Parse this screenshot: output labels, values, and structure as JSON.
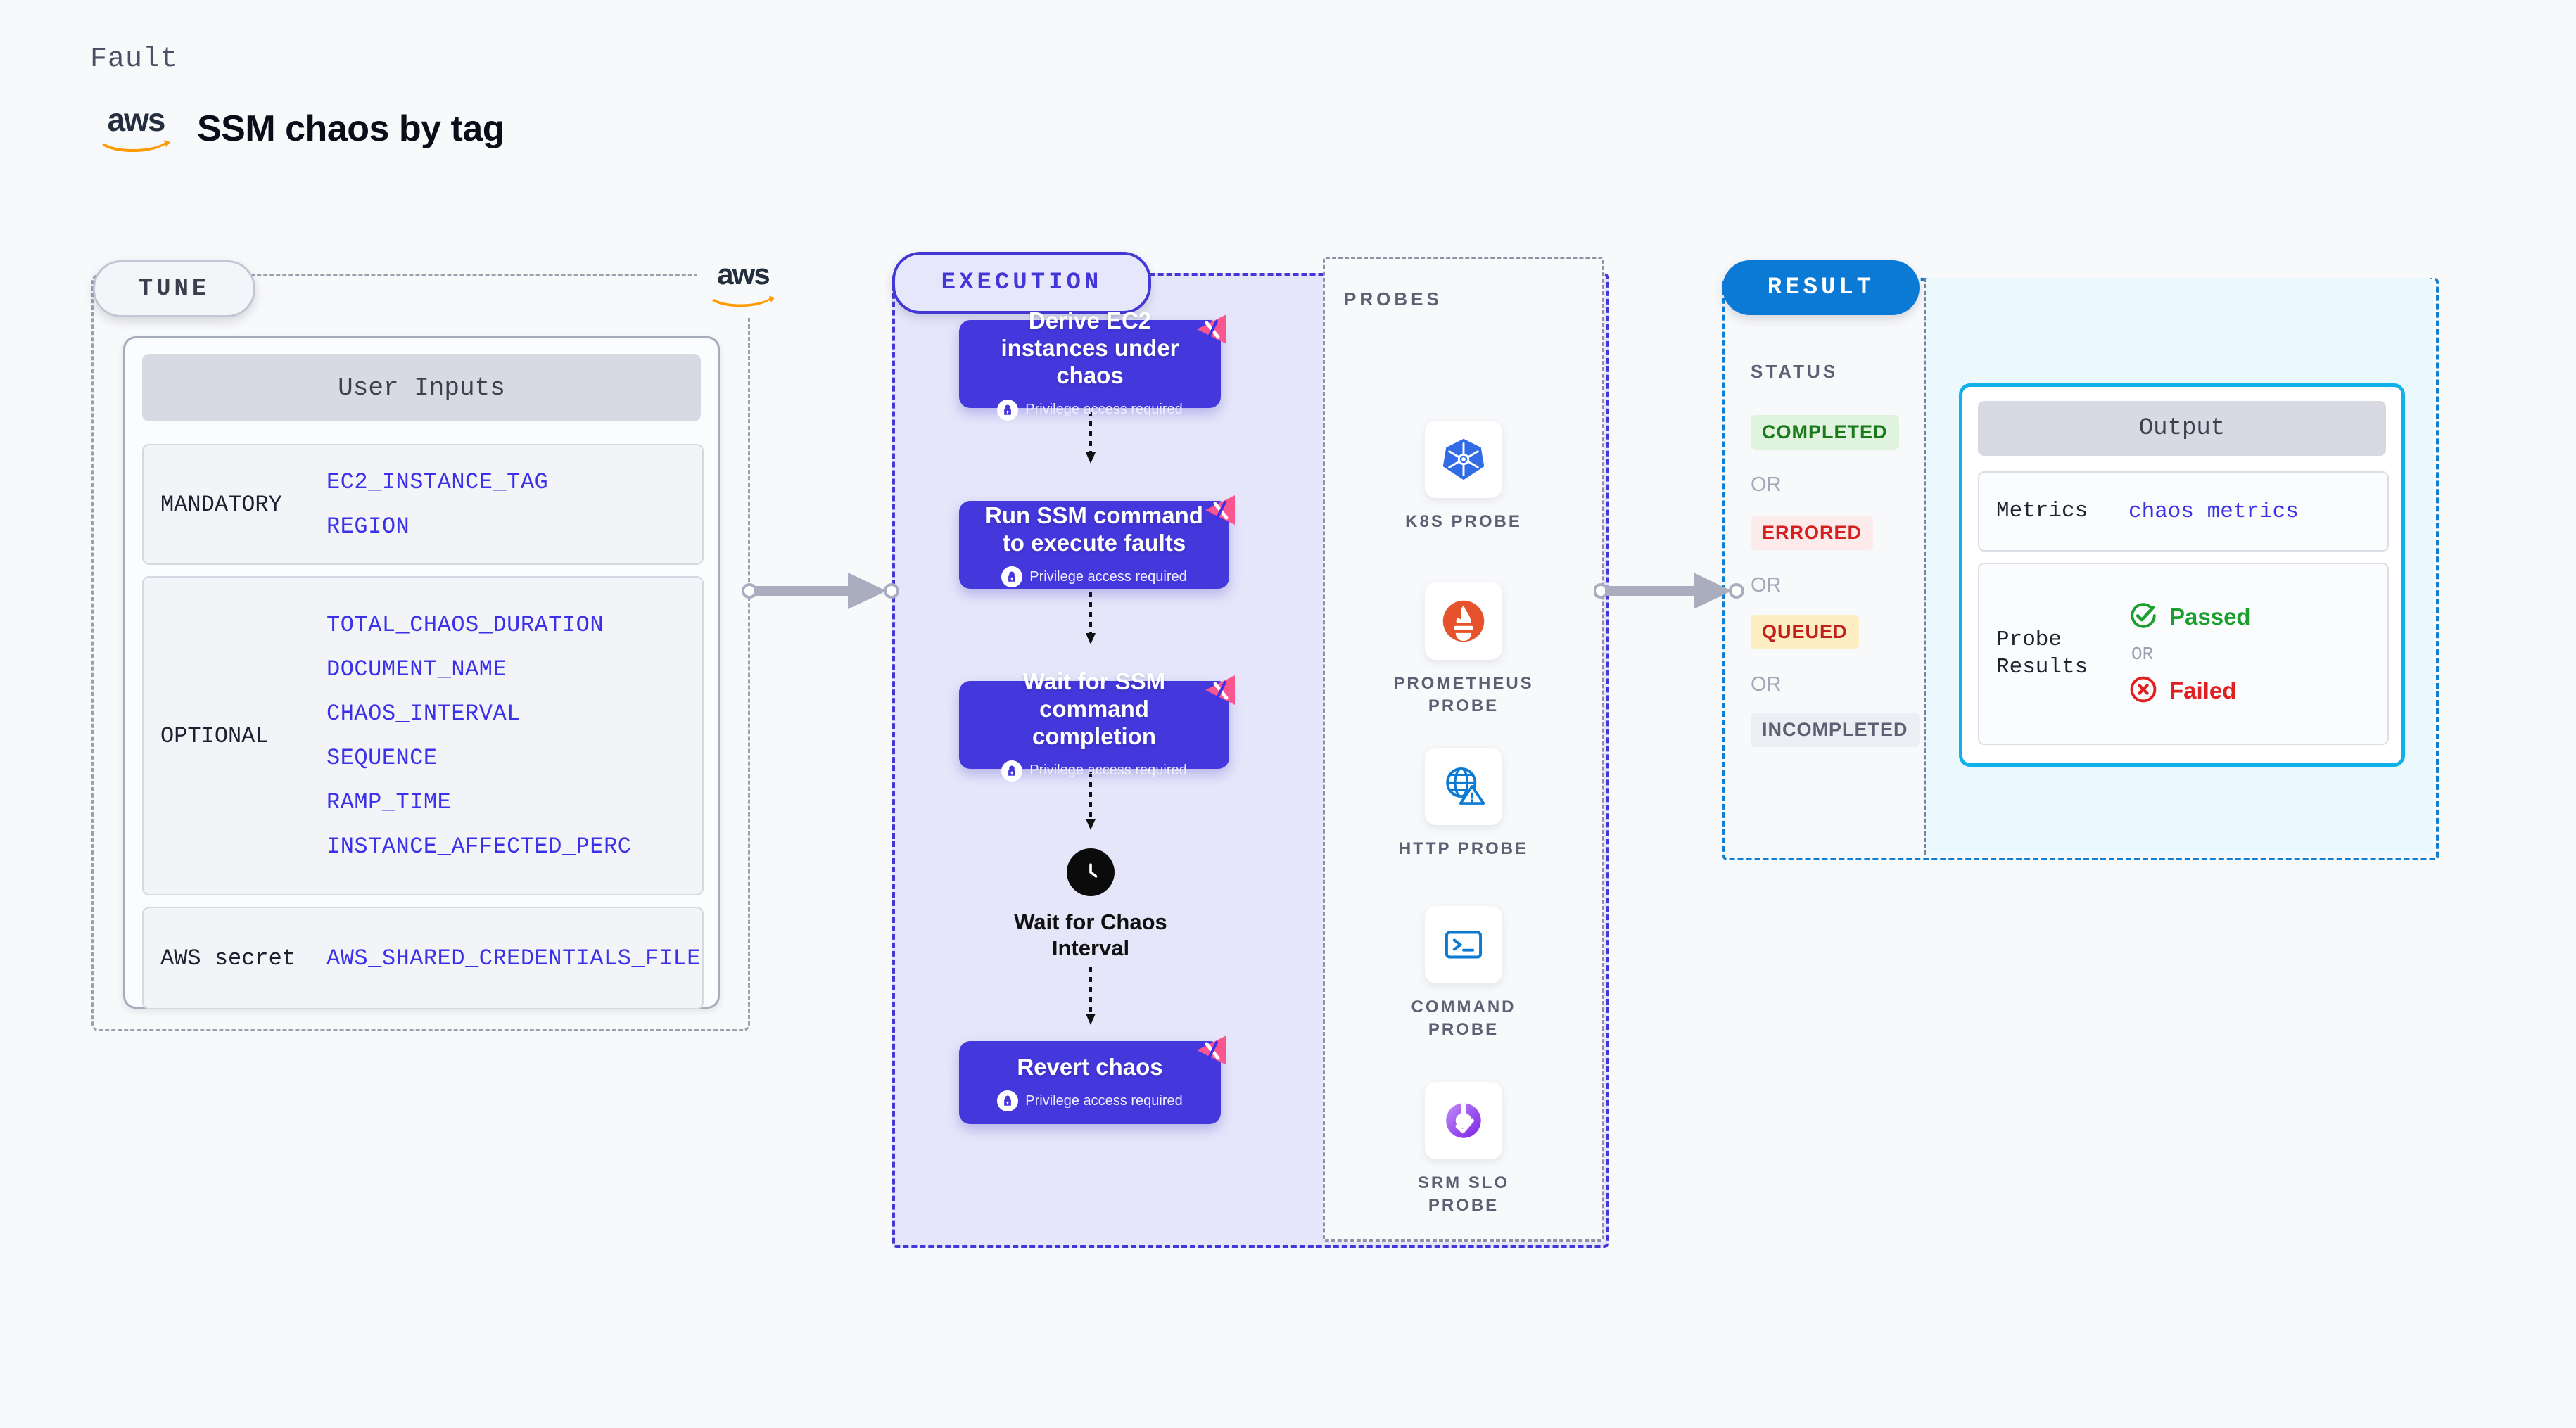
{
  "header": {
    "kicker": "Fault",
    "title": "SSM chaos by tag",
    "logo_icon": "aws-logo",
    "logo_word": "aws"
  },
  "tune": {
    "tab_label": "TUNE",
    "badge_icon": "aws-logo",
    "badge_word": "aws",
    "card_header": "User Inputs",
    "groups": [
      {
        "label": "MANDATORY",
        "params": [
          "EC2_INSTANCE_TAG",
          "REGION"
        ]
      },
      {
        "label": "OPTIONAL",
        "params": [
          "TOTAL_CHAOS_DURATION",
          "DOCUMENT_NAME",
          "CHAOS_INTERVAL",
          "SEQUENCE",
          "RAMP_TIME",
          "INSTANCE_AFFECTED_PERC"
        ]
      },
      {
        "label": "AWS secret",
        "params": [
          "AWS_SHARED_CREDENTIALS_FILE"
        ]
      }
    ]
  },
  "execution": {
    "tab_label": "EXECUTION",
    "privilege_note": "Privilege access required",
    "steps": [
      {
        "title": "Derive EC2 instances under chaos",
        "privileged": true
      },
      {
        "title": "Run SSM command to execute faults",
        "privileged": true
      },
      {
        "title": "Wait for SSM command completion",
        "privileged": true
      }
    ],
    "wait_node": {
      "label_line1": "Wait for Chaos",
      "label_line2": "Interval",
      "icon": "clock-icon"
    },
    "final_step": {
      "title": "Revert chaos",
      "privileged": true
    }
  },
  "probes": {
    "title": "PROBES",
    "items": [
      {
        "label_line1": "K8S PROBE",
        "label_line2": "",
        "icon": "kubernetes-icon"
      },
      {
        "label_line1": "PROMETHEUS",
        "label_line2": "PROBE",
        "icon": "prometheus-icon"
      },
      {
        "label_line1": "HTTP PROBE",
        "label_line2": "",
        "icon": "http-globe-icon"
      },
      {
        "label_line1": "COMMAND",
        "label_line2": "PROBE",
        "icon": "terminal-icon"
      },
      {
        "label_line1": "SRM SLO",
        "label_line2": "PROBE",
        "icon": "slo-donut-icon"
      }
    ]
  },
  "result": {
    "tab_label": "RESULT",
    "status_title": "STATUS",
    "or_label": "OR",
    "statuses": [
      {
        "label": "COMPLETED",
        "bg": "#dff3df",
        "fg": "#1a7a1a"
      },
      {
        "label": "ERRORED",
        "bg": "#fdeaea",
        "fg": "#d62020"
      },
      {
        "label": "QUEUED",
        "bg": "#fdeec2",
        "fg": "#c22020"
      },
      {
        "label": "INCOMPLETED",
        "bg": "#eceef3",
        "fg": "#5b6073"
      }
    ],
    "output": {
      "header": "Output",
      "metrics_label": "Metrics",
      "metrics_value": "chaos metrics",
      "probe_label_line1": "Probe",
      "probe_label_line2": "Results",
      "passed_label": "Passed",
      "failed_label": "Failed",
      "or_label": "OR",
      "passed_icon": "check-circle-icon",
      "failed_icon": "x-circle-icon"
    }
  },
  "colors": {
    "accent_purple": "#4438dd",
    "accent_blue": "#0b7ad4",
    "accent_cyan": "#10b0e8",
    "param_blue": "#3a31e8",
    "badge_pink": "#f9558f"
  }
}
